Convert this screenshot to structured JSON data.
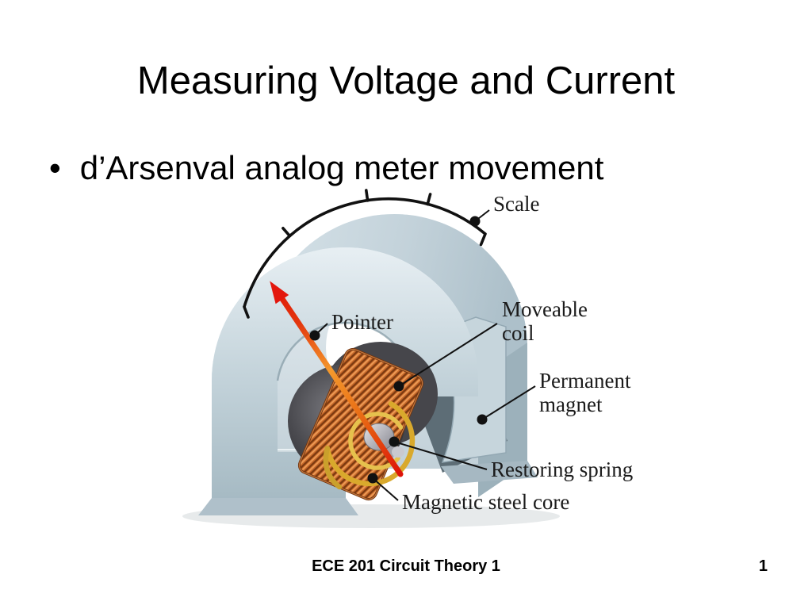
{
  "slide": {
    "title": "Measuring Voltage and Current",
    "bullet": {
      "marker": "•",
      "text": "d’Arsenval analog meter movement"
    },
    "footer": {
      "course": "ECE 201 Circuit Theory 1",
      "page_number": "1"
    }
  },
  "diagram": {
    "description": "d'Arsenval analog meter movement cutaway illustration",
    "labels": {
      "scale": "Scale",
      "pointer": "Pointer",
      "moveable_coil": {
        "lines": [
          "Moveable",
          "coil"
        ]
      },
      "permanent_magnet": {
        "lines": [
          "Permanent",
          "magnet"
        ]
      },
      "restoring_spring": "Restoring spring",
      "magnetic_steel_core": "Magnetic steel core"
    },
    "colors": {
      "magnet_body": "#c4d3da",
      "magnet_highlight": "#eaf1f5",
      "magnet_shadow": "#9fb4be",
      "steel_core_dark": "#2e2e32",
      "coil_copper": "#c96a2c",
      "restoring_spring_gold": "#d9a92c",
      "pointer_red": "#e3170d",
      "ink": "#111111"
    }
  }
}
